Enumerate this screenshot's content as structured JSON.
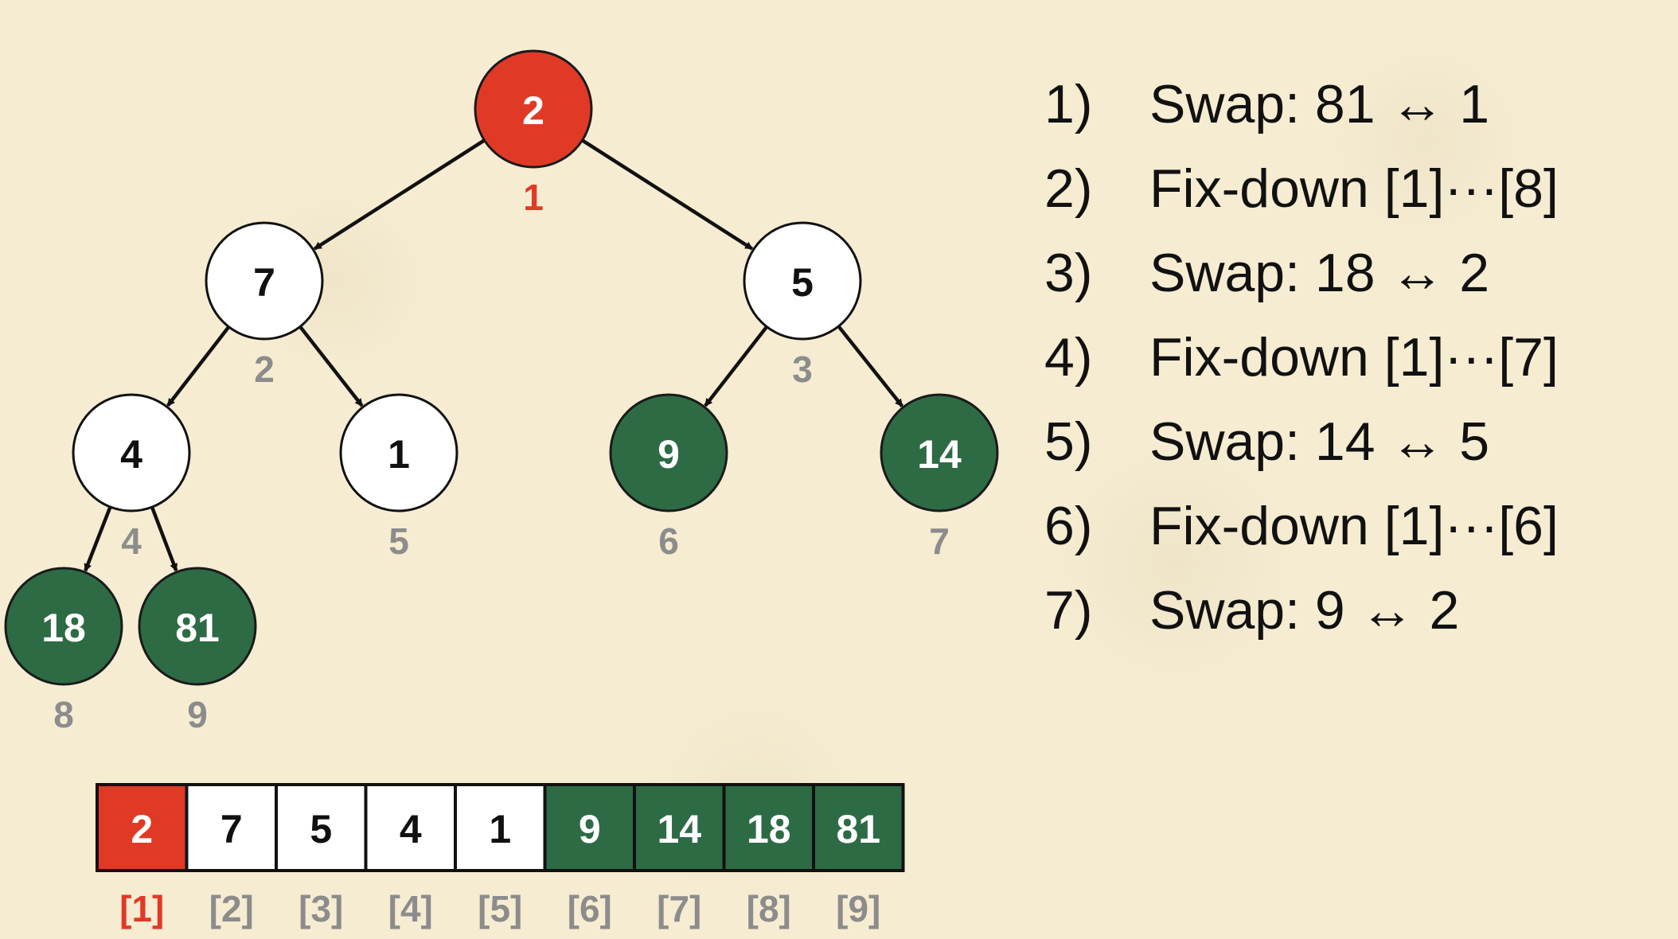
{
  "colors": {
    "background": "#f5ecd2",
    "active": "#e03a26",
    "sorted": "#2d6b45",
    "unsorted": "#ffffff",
    "index_gray": "#8c8c8c",
    "edge": "#111111"
  },
  "tree": {
    "nodes": [
      {
        "index": "1",
        "value": "2",
        "state": "active"
      },
      {
        "index": "2",
        "value": "7",
        "state": "unsorted"
      },
      {
        "index": "3",
        "value": "5",
        "state": "unsorted"
      },
      {
        "index": "4",
        "value": "4",
        "state": "unsorted"
      },
      {
        "index": "5",
        "value": "1",
        "state": "unsorted"
      },
      {
        "index": "6",
        "value": "9",
        "state": "sorted"
      },
      {
        "index": "7",
        "value": "14",
        "state": "sorted"
      },
      {
        "index": "8",
        "value": "18",
        "state": "sorted"
      },
      {
        "index": "9",
        "value": "81",
        "state": "sorted"
      }
    ],
    "edges": [
      [
        1,
        2
      ],
      [
        1,
        3
      ],
      [
        2,
        4
      ],
      [
        2,
        5
      ],
      [
        3,
        6
      ],
      [
        3,
        7
      ],
      [
        4,
        8
      ],
      [
        4,
        9
      ]
    ]
  },
  "array": {
    "cells": [
      {
        "value": "2",
        "label": "[1]",
        "state": "active"
      },
      {
        "value": "7",
        "label": "[2]",
        "state": "unsorted"
      },
      {
        "value": "5",
        "label": "[3]",
        "state": "unsorted"
      },
      {
        "value": "4",
        "label": "[4]",
        "state": "unsorted"
      },
      {
        "value": "1",
        "label": "[5]",
        "state": "unsorted"
      },
      {
        "value": "9",
        "label": "[6]",
        "state": "sorted"
      },
      {
        "value": "14",
        "label": "[7]",
        "state": "sorted"
      },
      {
        "value": "18",
        "label": "[8]",
        "state": "sorted"
      },
      {
        "value": "81",
        "label": "[9]",
        "state": "sorted"
      }
    ]
  },
  "steps": [
    {
      "num": "1)",
      "text": "Swap: 81 ↔ 1"
    },
    {
      "num": "2)",
      "text": "Fix-down [1]···[8]"
    },
    {
      "num": "3)",
      "text": "Swap: 18 ↔ 2"
    },
    {
      "num": "4)",
      "text": "Fix-down [1]···[7]"
    },
    {
      "num": "5)",
      "text": "Swap: 14 ↔ 5"
    },
    {
      "num": "6)",
      "text": "Fix-down [1]···[6]"
    },
    {
      "num": "7)",
      "text": "Swap: 9 ↔ 2"
    }
  ]
}
